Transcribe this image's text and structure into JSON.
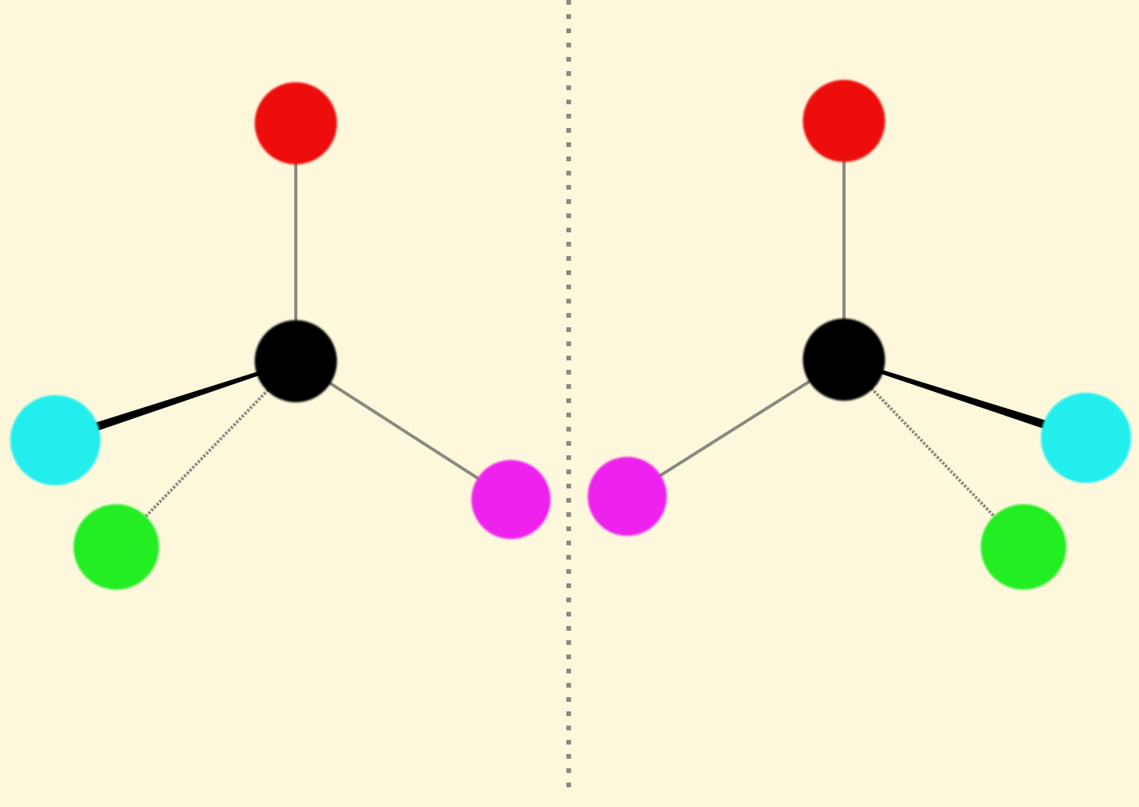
{
  "colors": {
    "background": "#fdf8dc",
    "carbon": "#000000",
    "top_substituent": "#ee1111",
    "wedge_substituent": "#22eeee",
    "dash_substituent": "#22ee22",
    "inner_substituent": "#ee22ee",
    "bond": "#8a8a80",
    "mirror_plane": "#8a8a80"
  },
  "molecules": [
    {
      "side": "left",
      "atoms": [
        {
          "role": "central-carbon",
          "color_key": "carbon",
          "icon": "black-atom-icon"
        },
        {
          "role": "top",
          "color_key": "top_substituent",
          "icon": "red-atom-icon",
          "bond": "plain"
        },
        {
          "role": "wedge",
          "color_key": "wedge_substituent",
          "icon": "cyan-atom-icon",
          "bond": "wedge"
        },
        {
          "role": "dash",
          "color_key": "dash_substituent",
          "icon": "green-atom-icon",
          "bond": "dashed"
        },
        {
          "role": "inner",
          "color_key": "inner_substituent",
          "icon": "magenta-atom-icon",
          "bond": "plain"
        }
      ]
    },
    {
      "side": "right",
      "atoms": [
        {
          "role": "central-carbon",
          "color_key": "carbon",
          "icon": "black-atom-icon"
        },
        {
          "role": "top",
          "color_key": "top_substituent",
          "icon": "red-atom-icon",
          "bond": "plain"
        },
        {
          "role": "wedge",
          "color_key": "wedge_substituent",
          "icon": "cyan-atom-icon",
          "bond": "wedge"
        },
        {
          "role": "dash",
          "color_key": "dash_substituent",
          "icon": "green-atom-icon",
          "bond": "dashed"
        },
        {
          "role": "inner",
          "color_key": "inner_substituent",
          "icon": "magenta-atom-icon",
          "bond": "plain"
        }
      ]
    }
  ],
  "mirror_plane": {
    "style": "dotted",
    "icon": "mirror-plane-line"
  }
}
